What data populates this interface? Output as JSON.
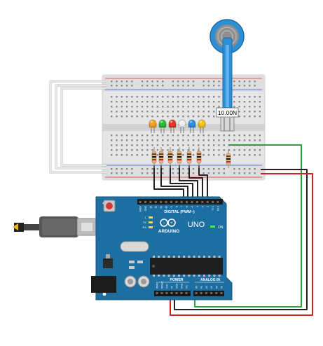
{
  "force_sensor": {
    "reading": "10.00N"
  },
  "board": {
    "brand": "ARDUINO",
    "model": "UNO",
    "on_label": "ON",
    "digital_label": "DIGITAL (PWM~)",
    "power_label": "POWER",
    "analog_label": "ANALOG IN",
    "led_labels": [
      "L",
      "TX",
      "RX"
    ],
    "digital_pins": [
      "AREF",
      "GND",
      "13",
      "12",
      "~11",
      "~10",
      "~9",
      "8",
      "7",
      "~6",
      "~5",
      "4",
      "~3",
      "2",
      "TX 1",
      "RX 0"
    ],
    "power_pins": [
      "IOREF",
      "RESET",
      "3.3V",
      "5V",
      "GND",
      "GND",
      "Vin"
    ],
    "analog_pins": [
      "A0",
      "A1",
      "A2",
      "A3",
      "A4",
      "A5"
    ]
  },
  "colors": {
    "board": "#1e6fa1",
    "breadboard": "#e6e6e6",
    "wire_black": "#222222",
    "wire_red": "#d42020",
    "wire_green": "#2aa33a",
    "wire_white": "#f4f4f4",
    "sensor_arm": "#2f8fd6"
  },
  "leds": [
    {
      "color": "#f3a21e"
    },
    {
      "color": "#2dbb3c"
    },
    {
      "color": "#e23a2a"
    },
    {
      "color": "#eeeeee"
    },
    {
      "color": "#2f8fe0"
    },
    {
      "color": "#f4c21b"
    }
  ]
}
